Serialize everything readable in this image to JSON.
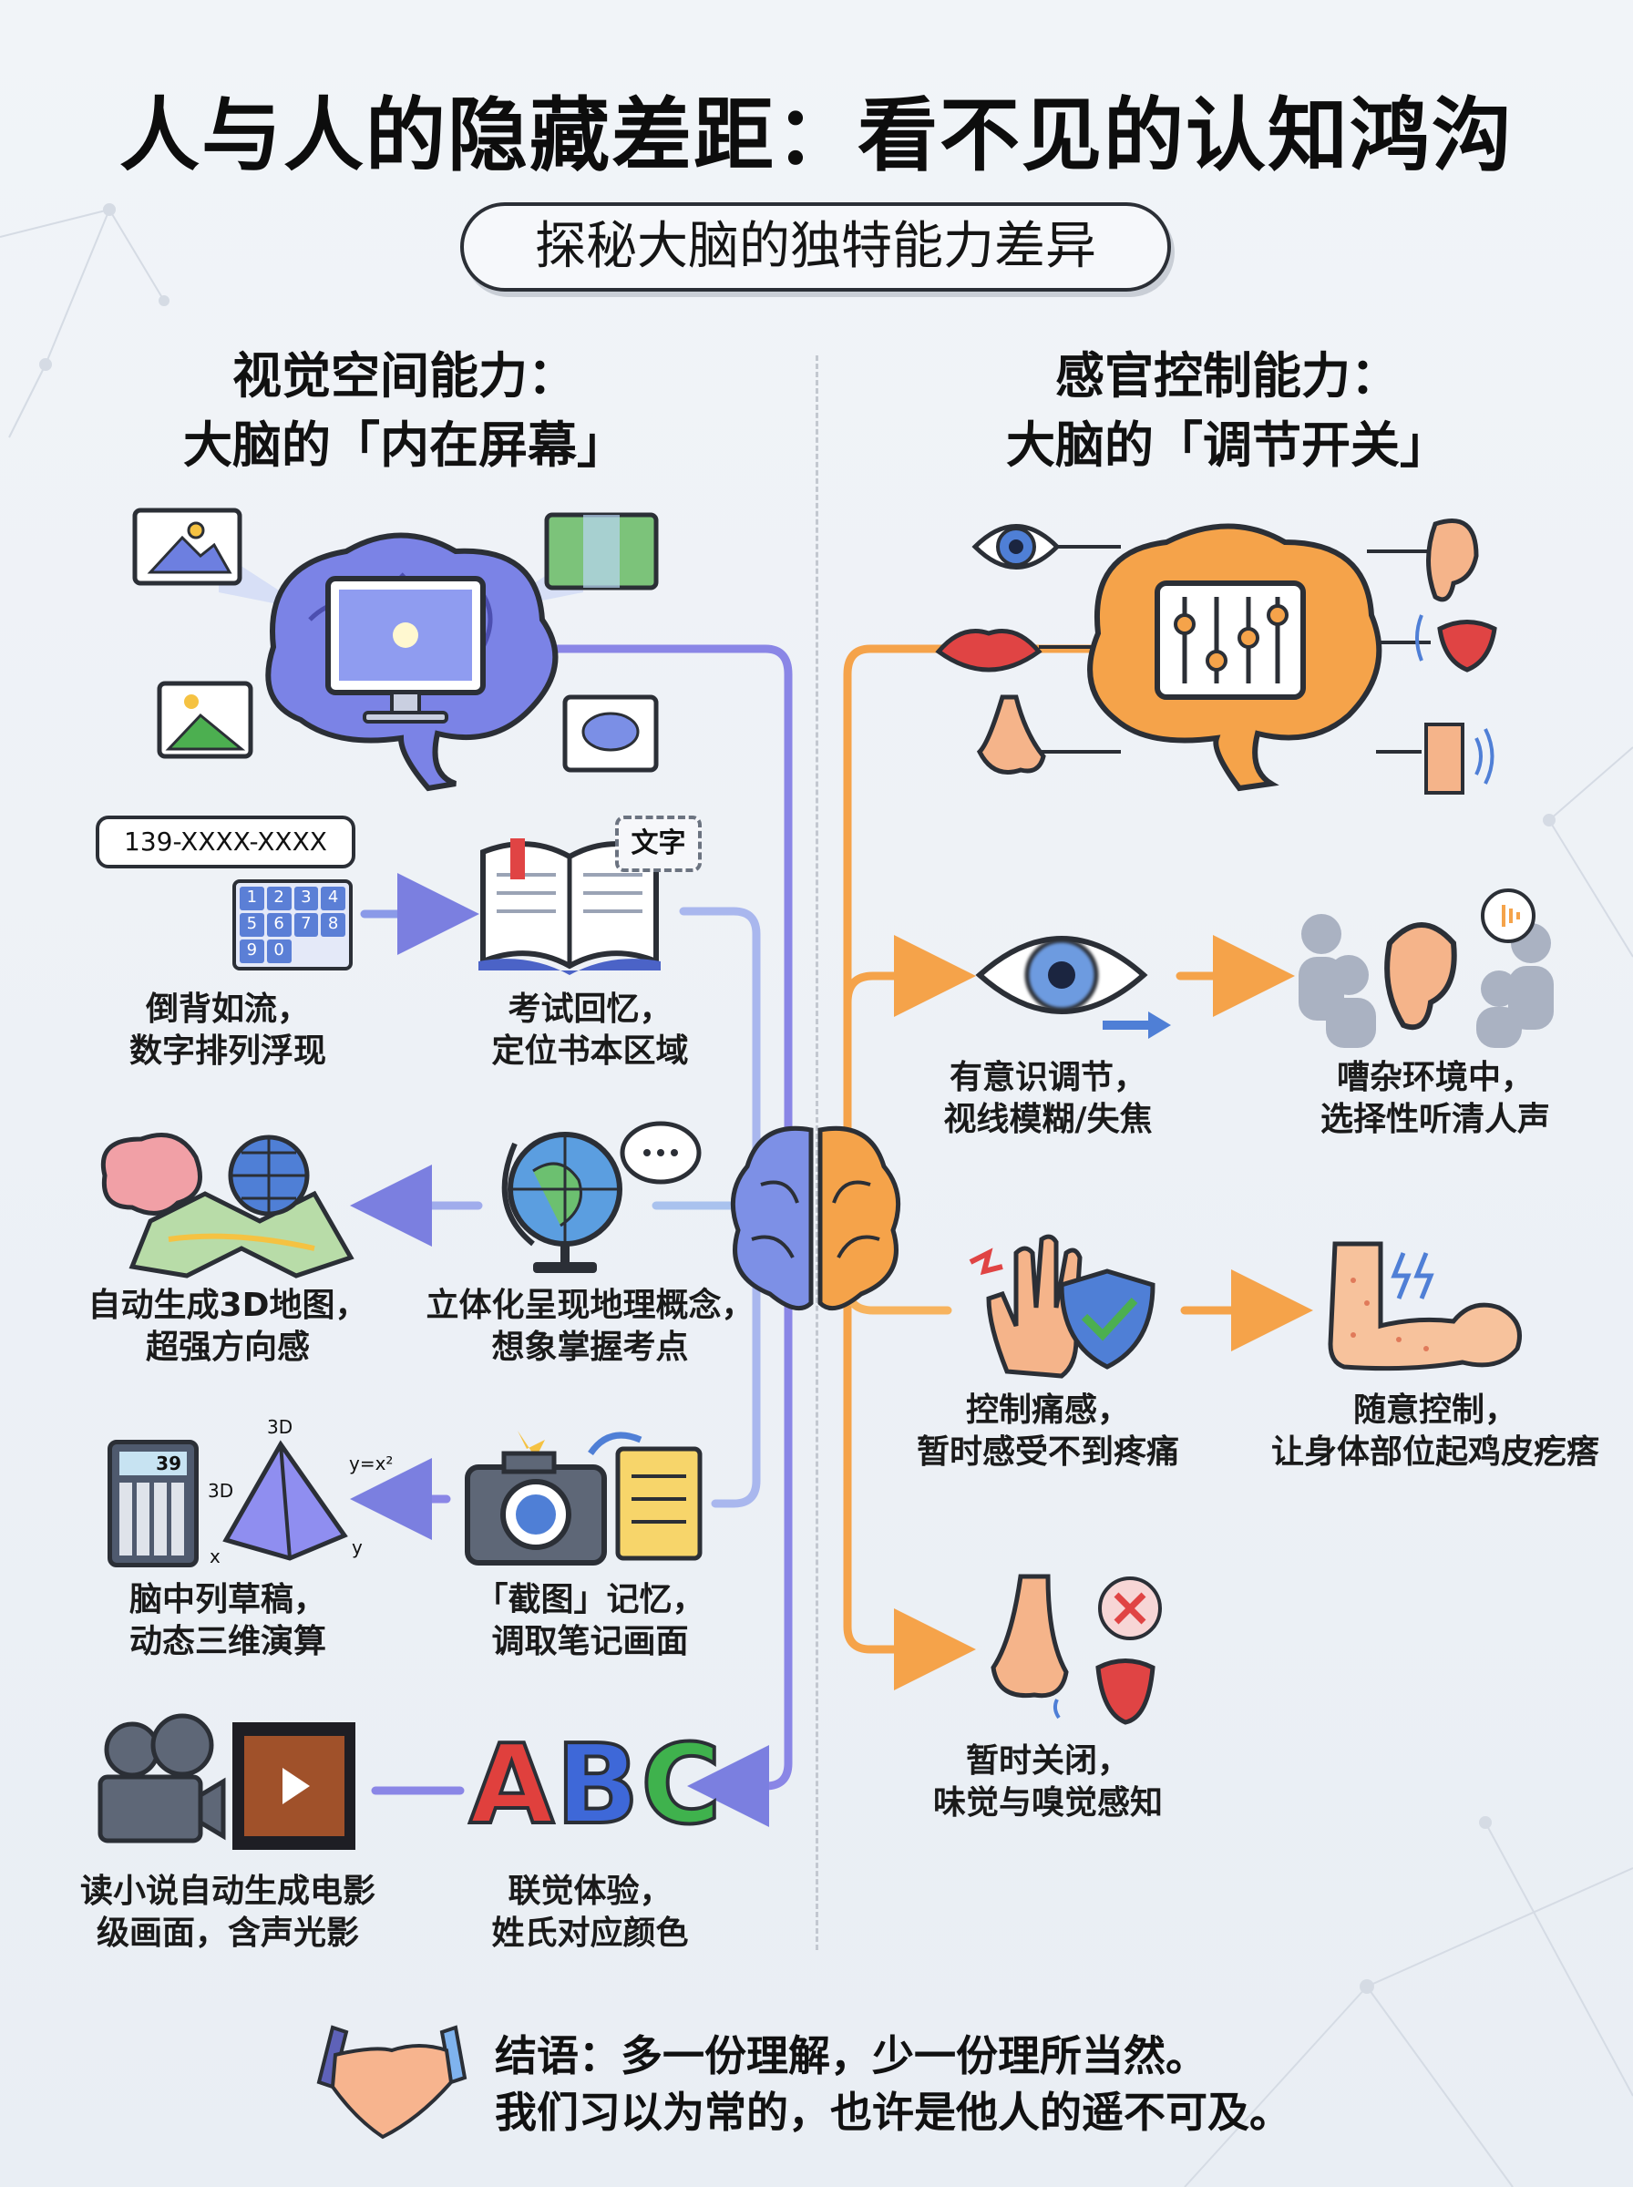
{
  "title": "人与人的隐藏差距：看不见的认知鸿沟",
  "subtitle": "探秘大脑的独特能力差异",
  "left": {
    "heading_line1": "视觉空间能力：",
    "heading_line2": "大脑的「内在屏幕」",
    "color": "#7b7fe0",
    "items": [
      {
        "line1": "倒背如流，",
        "line2": "数字排列浮现",
        "icon": "phone-number-keypad-icon"
      },
      {
        "line1": "考试回忆，",
        "line2": "定位书本区域",
        "icon": "open-book-icon"
      },
      {
        "line1": "自动生成3D地图，",
        "line2": "超强方向感",
        "icon": "brain-map-icon"
      },
      {
        "line1": "立体化呈现地理概念，",
        "line2": "想象掌握考点",
        "icon": "globe-icon"
      },
      {
        "line1": "脑中列草稿，",
        "line2": "动态三维演算",
        "icon": "calculator-pyramid-icon"
      },
      {
        "line1": "「截图」记忆，",
        "line2": "调取笔记画面",
        "icon": "camera-notes-icon"
      },
      {
        "line1": "读小说自动生成电影",
        "line2": "级画面，含声光影",
        "icon": "film-camera-icon"
      },
      {
        "line1": "联觉体验，",
        "line2": "姓氏对应颜色",
        "icon": "abc-letters-icon"
      }
    ],
    "phone_number": "139-XXXX-XXXX",
    "keypad": [
      "1",
      "2",
      "3",
      "4",
      "5",
      "6",
      "7",
      "8",
      "9",
      "0"
    ],
    "book_tag": "文字",
    "calculator_display": "39",
    "pyramid_labels": {
      "top": "3D",
      "side": "3D",
      "formula": "y=x²",
      "x": "x",
      "y": "y"
    },
    "abc": [
      "A",
      "B",
      "C"
    ]
  },
  "right": {
    "heading_line1": "感官控制能力：",
    "heading_line2": "大脑的「调节开关」",
    "color": "#f5a34a",
    "items": [
      {
        "line1": "有意识调节，",
        "line2": "视线模糊/失焦",
        "icon": "blurred-eye-icon"
      },
      {
        "line1": "嘈杂环境中，",
        "line2": "选择性听清人声",
        "icon": "ear-crowd-icon"
      },
      {
        "line1": "控制痛感，",
        "line2": "暂时感受不到疼痛",
        "icon": "hand-shield-icon"
      },
      {
        "line1": "随意控制，",
        "line2": "让身体部位起鸡皮疙瘩",
        "icon": "arm-goosebumps-icon"
      },
      {
        "line1": "暂时关闭，",
        "line2": "味觉与嗅觉感知",
        "icon": "nose-tongue-off-icon"
      }
    ]
  },
  "conclusion": {
    "line1": "结语：多一份理解，少一份理所当然。",
    "line2": "我们习以为常的，也许是他人的遥不可及。"
  }
}
